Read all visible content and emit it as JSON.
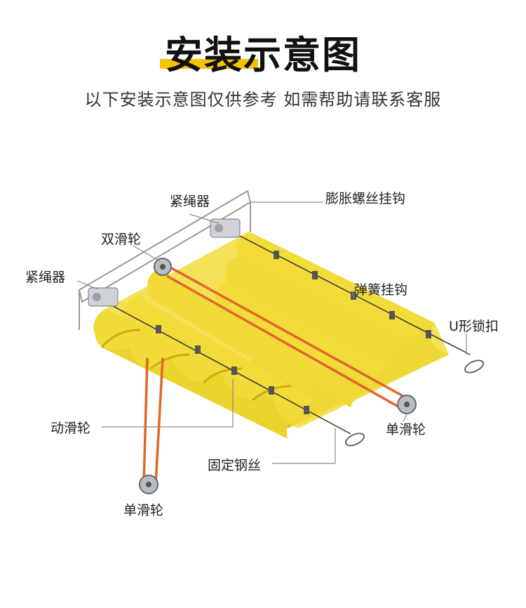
{
  "header": {
    "title": "安装示意图",
    "subtitle": "以下安装示意图仅供参考 如需帮助请联系客服"
  },
  "labels": {
    "tensioner_top": "紧绳器",
    "expansion_hook": "膨胀螺丝挂钩",
    "double_pulley": "双滑轮",
    "tensioner_left": "紧绳器",
    "spring_hook": "弹簧挂钩",
    "u_lock": "U形锁扣",
    "moving_pulley": "动滑轮",
    "single_pulley_right": "单滑轮",
    "fixed_wire": "固定钢丝",
    "single_pulley_bottom": "单滑轮"
  },
  "colors": {
    "canopy": "#f2dc3a",
    "canopy_shade": "#d8bf1e",
    "rope": "#e0662a",
    "title_accent": "#f5c400",
    "leader": "#888888"
  }
}
